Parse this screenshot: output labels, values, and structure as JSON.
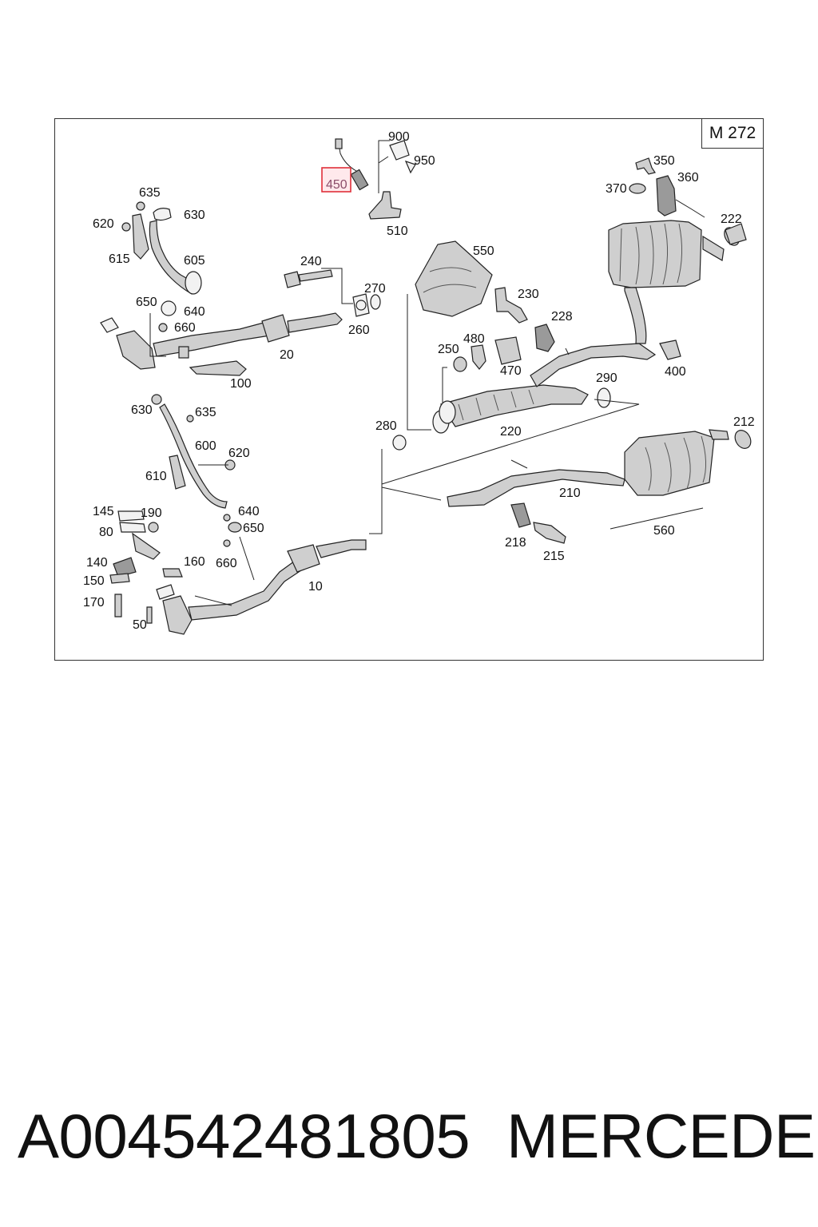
{
  "engine_code": "M 272",
  "highlighted_part": "450",
  "callouts": [
    "900",
    "950",
    "450",
    "510",
    "350",
    "360",
    "370",
    "222",
    "635",
    "630",
    "620",
    "615",
    "605",
    "240",
    "270",
    "550",
    "230",
    "650",
    "640",
    "660",
    "260",
    "20",
    "228",
    "100",
    "250",
    "480",
    "470",
    "400",
    "290",
    "212",
    "630",
    "635",
    "600",
    "620",
    "610",
    "280",
    "220",
    "210",
    "145",
    "190",
    "80",
    "640",
    "650",
    "560",
    "218",
    "215",
    "140",
    "160",
    "660",
    "150",
    "10",
    "170",
    "50"
  ],
  "caption": {
    "part_number": "A004542481805",
    "brand": "MERCEDES"
  }
}
